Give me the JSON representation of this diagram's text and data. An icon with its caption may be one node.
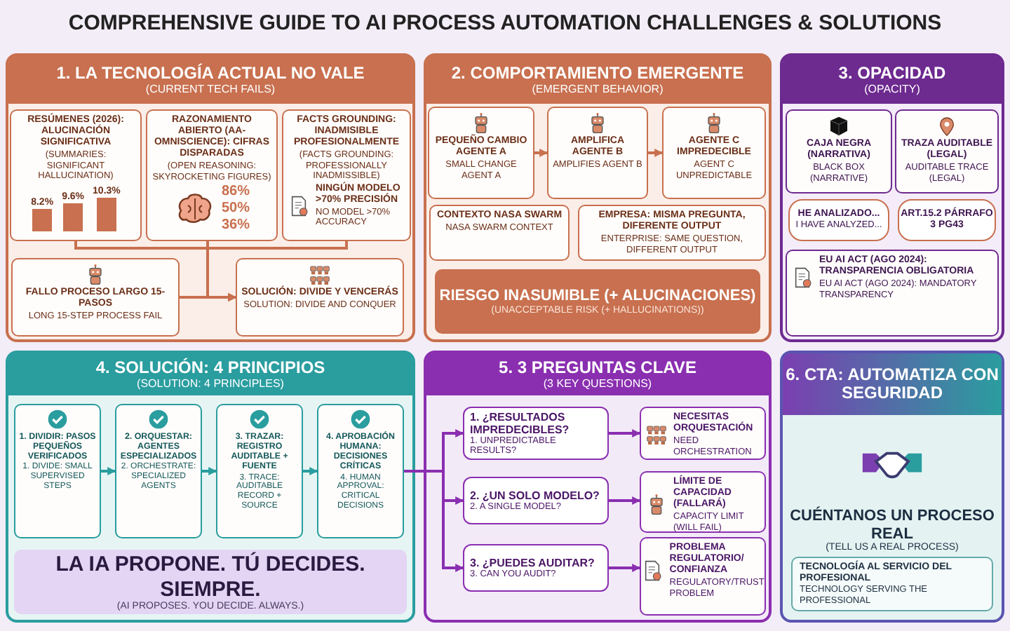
{
  "diagram": {
    "title": "COMPREHENSIVE GUIDE TO AI PROCESS AUTOMATION CHALLENGES & SOLUTIONS",
    "nodes": [
      {
        "text": [
          "1. LA TECNOLOGÍA ACTUAL NO VALE",
          "(CURRENT TECH FAILS)"
        ]
      },
      {
        "text": [
          "RESÚMENES (2026): ALUCINACIÓN SIGNIFICATIVA",
          "(SUMMARIES: SIGNIFICANT HALLUCINATION)",
          "8.2%",
          "9.6%",
          "10.3%"
        ],
        "in": 0
      },
      {
        "text": [
          "RAZONAMIENTO ABIERTO (AA-OMNISCIENCE): CIFRAS DISPARADAS",
          "(OPEN REASONING: SKYROCKETING FIGURES)",
          "86%",
          "50%",
          "36%"
        ],
        "in": 0
      },
      {
        "text": [
          "FACTS GROUNDING: INADMISIBLE PROFESIONALMENTE",
          "(FACTS GROUNDING: PROFESSIONALLY INADMISSIBLE)",
          "NINGÚN MODELO >70% PRECISIÓN",
          "NO MODEL >70% ACCURACY"
        ],
        "in": 0
      },
      {
        "text": [
          "FALLO PROCESO LARGO 15-PASOS",
          "LONG 15-STEP PROCESS FAIL"
        ],
        "in": 0
      },
      {
        "text": [
          "SOLUCIÓN: DIVIDE Y VENCERÁS",
          "SOLUTION: DIVIDE AND CONQUER"
        ],
        "in": 0
      },
      {
        "text": [
          "2. COMPORTAMIENTO EMERGENTE",
          "(EMERGENT BEHAVIOR)"
        ]
      },
      {
        "text": [
          "PEQUEÑO CAMBIO AGENTE A",
          "SMALL CHANGE AGENT A"
        ],
        "in": 6
      },
      {
        "text": [
          "AMPLIFICA AGENTE B",
          "AMPLIFIES AGENT B"
        ],
        "in": 6
      },
      {
        "text": [
          "AGENTE C IMPREDECIBLE",
          "AGENT C UNPREDICTABLE"
        ],
        "in": 6
      },
      {
        "text": [
          "CONTEXTO NASA SWARM",
          "NASA SWARM CONTEXT"
        ],
        "in": 6
      },
      {
        "text": [
          "EMPRESA: MISMA PREGUNTA, DIFERENTE OUTPUT",
          "ENTERPRISE: SAME QUESTION, DIFFERENT OUTPUT"
        ],
        "in": 6
      },
      {
        "text": [
          "RIESGO INASUMIBLE (+ ALUCINACIONES)",
          "(UNACCEPTABLE RISK (+ HALLUCINATIONS))"
        ],
        "in": 6
      },
      {
        "text": [
          "3. OPACIDAD",
          "(OPACITY)"
        ]
      },
      {
        "text": [
          "CAJA NEGRA (NARRATIVA)",
          "BLACK BOX (NARRATIVE)"
        ],
        "in": 13
      },
      {
        "text": [
          "HE ANALIZADO...",
          "I HAVE ANALYZED..."
        ],
        "in": 13
      },
      {
        "text": [
          "TRAZA AUDITABLE (LEGAL)",
          "AUDITABLE TRACE (LEGAL)"
        ],
        "in": 13
      },
      {
        "text": [
          "ART.15.2 PÁRRAFO 3 PG43"
        ],
        "in": 13
      },
      {
        "text": [
          "EU AI ACT (AGO 2024): TRANSPARENCIA OBLIGATORIA",
          "EU AI ACT (AGO 2024): MANDATORY TRANSPARENCY"
        ],
        "in": 13
      },
      {
        "text": [
          "4. SOLUCIÓN: 4 PRINCIPIOS",
          "(SOLUTION: 4 PRINCIPLES)"
        ]
      },
      {
        "text": [
          "1. DIVIDIR: PASOS PEQUEÑOS VERIFICADOS",
          "1. DIVIDE: SMALL SUPERVISED STEPS"
        ],
        "in": 19
      },
      {
        "text": [
          "2. ORQUESTAR: AGENTES ESPECIALIZADOS",
          "2. ORCHESTRATE: SPECIALIZED AGENTS"
        ],
        "in": 19
      },
      {
        "text": [
          "3. TRAZAR: REGISTRO AUDITABLE + FUENTE",
          "3. TRACE: AUDITABLE RECORD + SOURCE"
        ],
        "in": 19
      },
      {
        "text": [
          "4. APROBACIÓN HUMANA: DECISIONES CRÍTICAS",
          "4. HUMAN APPROVAL: CRITICAL DECISIONS"
        ],
        "in": 19
      },
      {
        "text": [
          "LA IA PROPONE. TÚ DECIDES. SIEMPRE.",
          "(AI PROPOSES. YOU DECIDE. ALWAYS.)"
        ],
        "in": 19
      },
      {
        "text": [
          "5. 3 PREGUNTAS CLAVE",
          "(3 KEY QUESTIONS)"
        ]
      },
      {
        "text": [
          "1. ¿RESULTADOS IMPREDECIBLES?",
          "1. UNPREDICTABLE RESULTS?"
        ],
        "in": 25
      },
      {
        "text": [
          "NECESITAS ORQUESTACIÓN",
          "NEED ORCHESTRATION"
        ],
        "in": 25
      },
      {
        "text": [
          "2. ¿UN SOLO MODELO?",
          "2. A SINGLE MODEL?"
        ],
        "in": 25
      },
      {
        "text": [
          "LÍMITE DE CAPACIDAD (FALLARÁ)",
          "CAPACITY LIMIT (WILL FAIL)"
        ],
        "in": 25
      },
      {
        "text": [
          "3. ¿PUEDES AUDITAR?",
          "3. CAN YOU AUDIT?"
        ],
        "in": 25
      },
      {
        "text": [
          "PROBLEMA REGULATORIO/ CONFIANZA",
          "REGULATORY/TRUST PROBLEM"
        ],
        "in": 25
      },
      {
        "text": [
          "6. CTA: AUTOMATIZA CON SEGURIDAD",
          "CUÉNTANOS UN PROCESO REAL",
          "(TELL US A REAL PROCESS)",
          "TECNOLOGÍA AL SERVICIO DEL PROFESIONAL",
          "TECHNOLOGY SERVING THE PROFESSIONAL"
        ]
      }
    ],
    "edges": [
      {
        "from": 1,
        "to": 5,
        "arrow": "to",
        "color": "#c8704f"
      },
      {
        "from": 2,
        "to": 5,
        "arrow": "to",
        "color": "#c8704f"
      },
      {
        "from": 3,
        "to": 5,
        "arrow": "to",
        "color": "#c8704f"
      },
      {
        "from": 4,
        "to": 5,
        "arrow": "to",
        "color": "#c8704f"
      },
      {
        "from": 7,
        "to": 8,
        "arrow": "to",
        "color": "#c8704f"
      },
      {
        "from": 8,
        "to": 9,
        "arrow": "to",
        "color": "#c8704f"
      },
      {
        "from": 20,
        "to": 21,
        "arrow": "to",
        "color": "#2a9d9f"
      },
      {
        "from": 21,
        "to": 22,
        "arrow": "to",
        "color": "#2a9d9f"
      },
      {
        "from": 22,
        "to": 23,
        "arrow": "to",
        "color": "#2a9d9f"
      },
      {
        "from": 23,
        "to": 26,
        "arrow": "to",
        "color": "#8a2fb0"
      },
      {
        "from": 23,
        "to": 28,
        "arrow": "to",
        "color": "#8a2fb0"
      },
      {
        "from": 23,
        "to": 30,
        "arrow": "to",
        "color": "#8a2fb0"
      },
      {
        "from": 26,
        "to": 27,
        "arrow": "to",
        "color": "#8a2fb0"
      },
      {
        "from": 28,
        "to": 29,
        "arrow": "to",
        "color": "#8a2fb0"
      },
      {
        "from": 30,
        "to": 31,
        "arrow": "to",
        "color": "#8a2fb0"
      }
    ]
  }
}
